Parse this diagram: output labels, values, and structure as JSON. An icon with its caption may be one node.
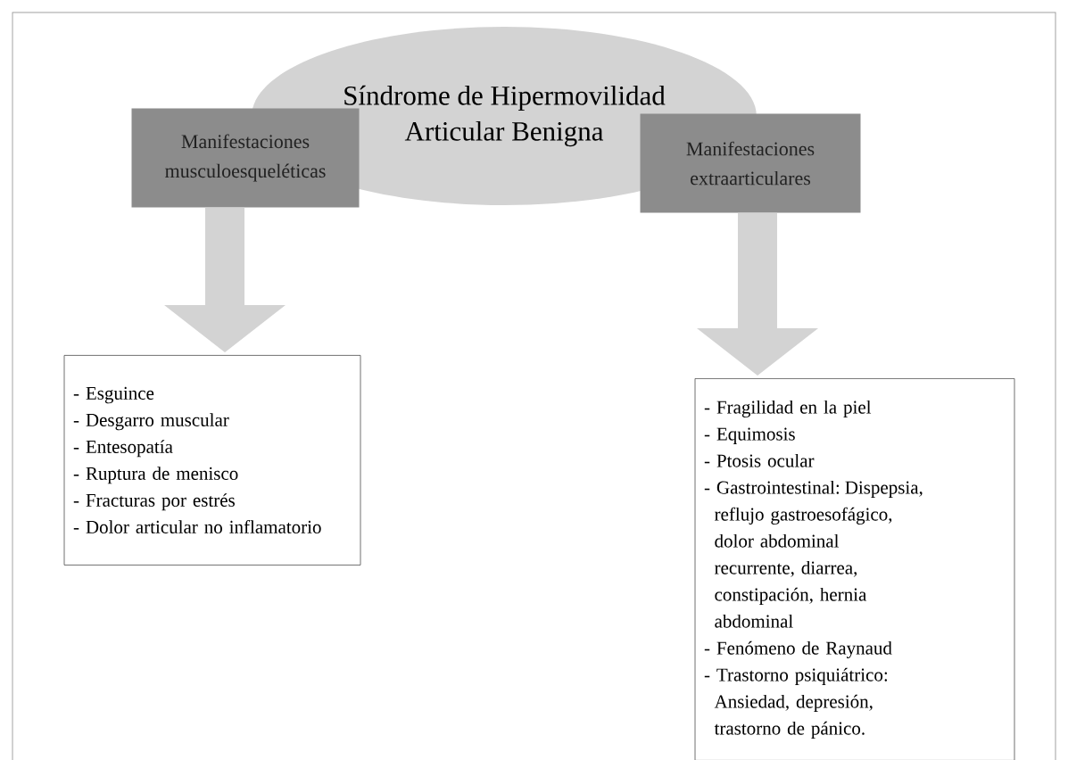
{
  "diagram": {
    "nodes": [
      {
        "text": [
          "Síndrome de Hipermovilidad Articular Benigna"
        ]
      },
      {
        "text": [
          "Manifestaciones musculoesqueléticas"
        ]
      },
      {
        "text": [
          "Manifestaciones extraarticulares"
        ]
      },
      {
        "text": [
          "- Esguince",
          "- Desgarro muscular",
          "- Entesopatía",
          "- Ruptura de menisco",
          "- Fracturas por estrés",
          "- Dolor articular no inflamatorio"
        ]
      },
      {
        "text": [
          "- Fragilidad en la piel",
          "- Equimosis",
          "- Ptosis ocular",
          "- Gastrointestinal: Dispepsia, reflujo gastroesofágico, dolor abdominal recurrente, diarrea, constipación, hernia abdominal",
          "- Fenómeno de Raynaud",
          "- Trastorno psiquiátrico: Ansiedad, depresión, trastorno de pánico."
        ]
      }
    ],
    "edges": [
      {
        "from": 1,
        "to": 3,
        "arrow": "to"
      },
      {
        "from": 2,
        "to": 4,
        "arrow": "to"
      }
    ]
  }
}
